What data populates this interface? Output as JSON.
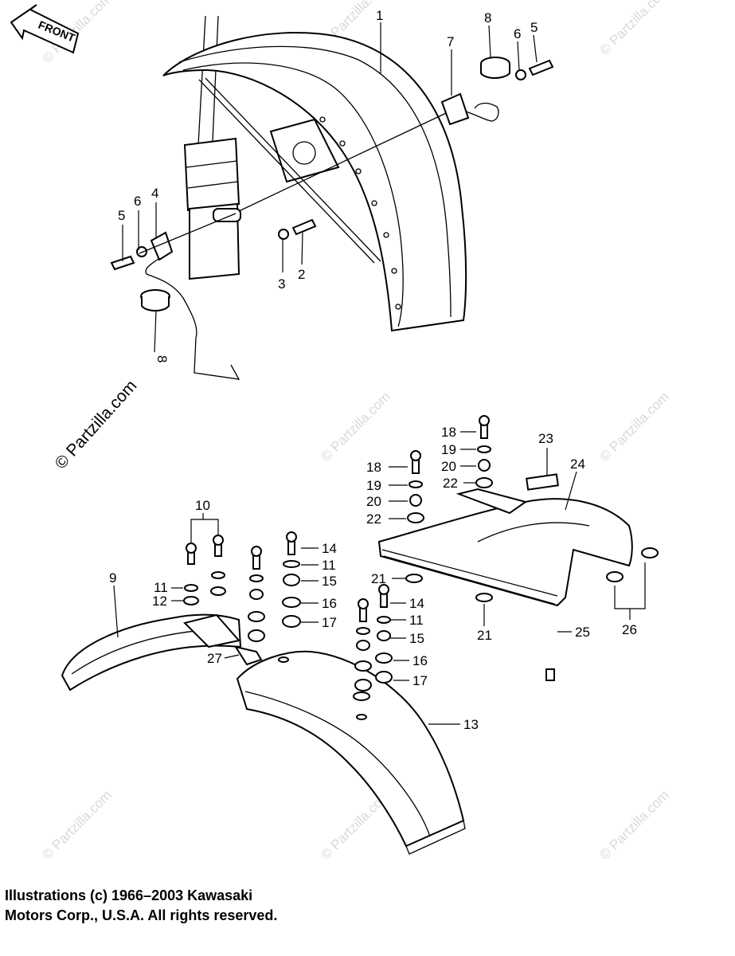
{
  "front_badge": "FRONT",
  "watermark": "© Partzilla.com",
  "callouts": [
    "1",
    "2",
    "3",
    "4",
    "5",
    "5",
    "6",
    "6",
    "7",
    "8",
    "8",
    "9",
    "10",
    "11",
    "11",
    "11",
    "12",
    "13",
    "14",
    "14",
    "15",
    "15",
    "16",
    "16",
    "17",
    "17",
    "18",
    "18",
    "19",
    "19",
    "20",
    "20",
    "21",
    "21",
    "22",
    "22",
    "23",
    "24",
    "25",
    "26",
    "27"
  ],
  "copyright": {
    "line1": "Illustrations (c) 1966–2003 Kawasaki",
    "line2": "Motors Corp., U.S.A.  All rights reserved."
  }
}
